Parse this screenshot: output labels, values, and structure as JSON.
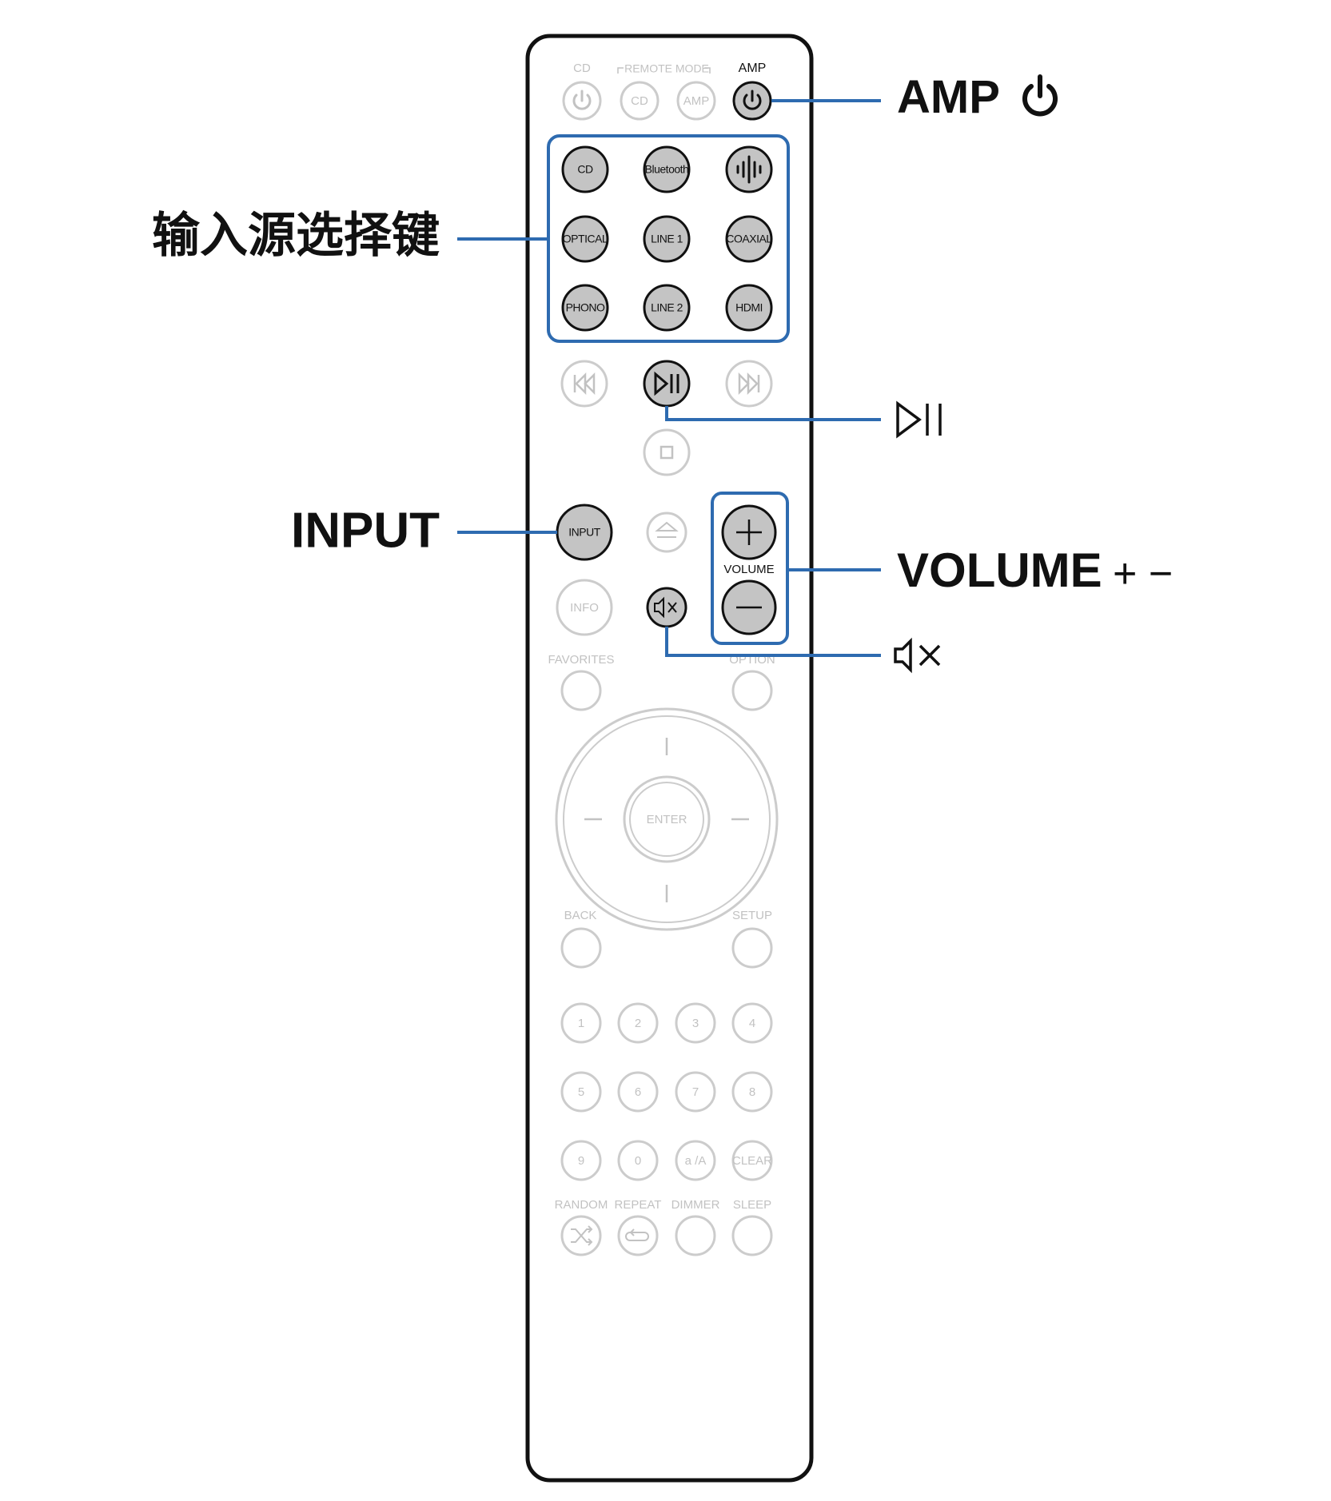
{
  "remote": {
    "top": {
      "cd": "CD",
      "remote_mode": "REMOTE MODE",
      "amp": "AMP",
      "mode_cd": "CD",
      "mode_amp": "AMP"
    },
    "sources": [
      "CD",
      "Bluetooth",
      "",
      "OPTICAL",
      "LINE 1",
      "COAXIAL",
      "PHONO",
      "LINE 2",
      "HDMI"
    ],
    "input": "INPUT",
    "info": "INFO",
    "volume": "VOLUME",
    "favorites": "FAVORITES",
    "option": "OPTION",
    "enter": "ENTER",
    "back": "BACK",
    "setup": "SETUP",
    "digits": [
      "1",
      "2",
      "3",
      "4",
      "5",
      "6",
      "7",
      "8",
      "9",
      "0",
      "a /A",
      "CLEAR"
    ],
    "bottom_labels": [
      "RANDOM",
      "REPEAT",
      "DIMMER",
      "SLEEP"
    ]
  },
  "callouts": {
    "amp_power": "AMP",
    "source_keys": "输入源选择键",
    "input": "INPUT",
    "volume": "VOLUME",
    "volume_signs": "+ −"
  },
  "colors": {
    "highlight": "#2e6bb0",
    "active_button": "#c4c4c4",
    "inactive": "#c9c9c9"
  }
}
